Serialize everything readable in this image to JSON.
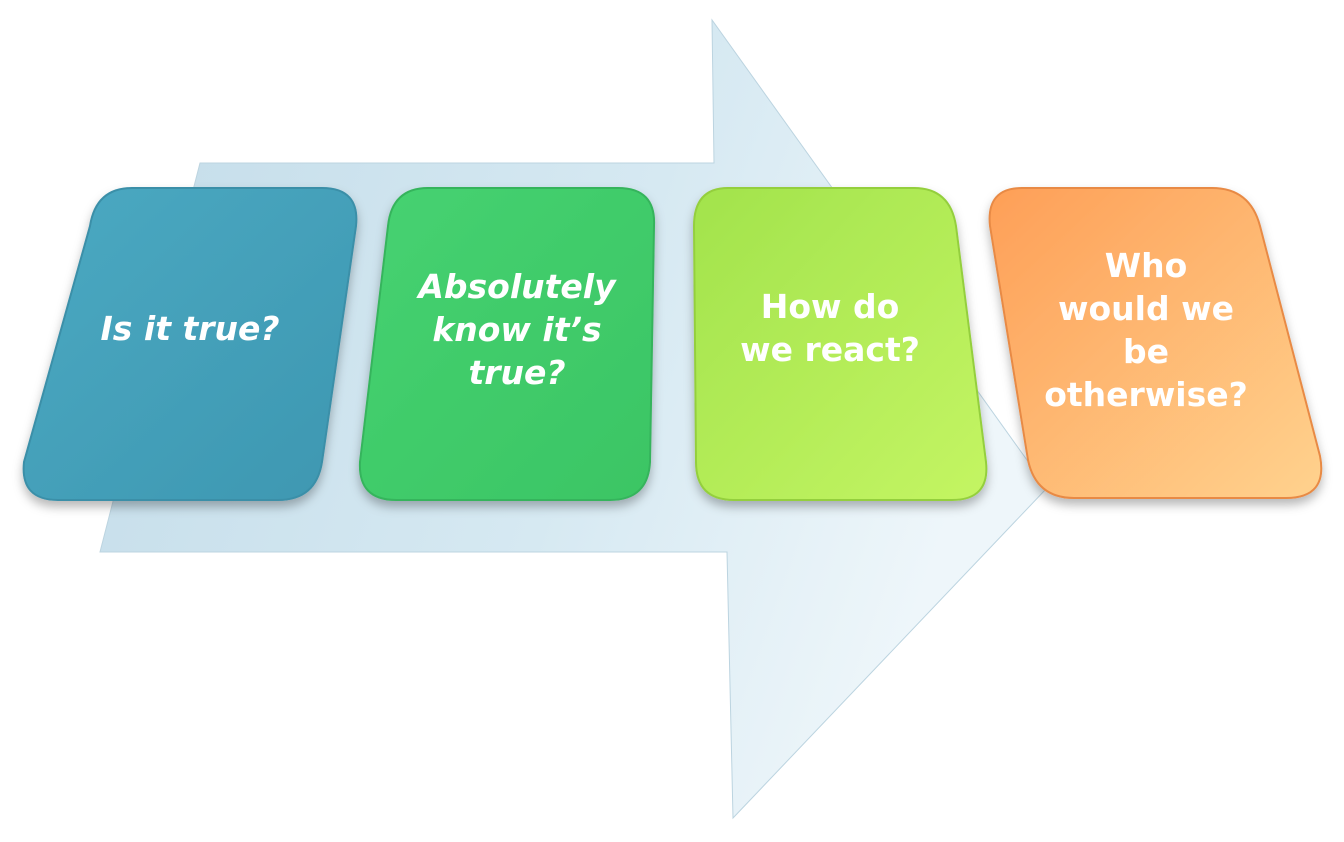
{
  "steps": [
    {
      "lines": [
        "Is it true?"
      ],
      "italic": true,
      "color": "#44A3BC"
    },
    {
      "lines": [
        "Absolutely",
        "know it’s",
        "true?"
      ],
      "italic": true,
      "color": "#42CD6C"
    },
    {
      "lines": [
        "How do",
        "we react?"
      ],
      "italic": false,
      "color": "#ADE852"
    },
    {
      "lines": [
        "Who",
        "would we",
        "be",
        "otherwise?"
      ],
      "italic": false,
      "color": "#FEA662"
    }
  ],
  "colors": {
    "arrow": "#D3E6EF",
    "text": "#FFFFFF"
  }
}
